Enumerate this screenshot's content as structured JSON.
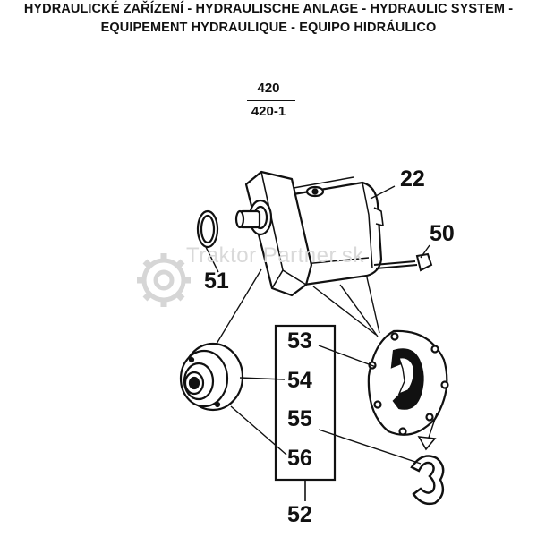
{
  "header": {
    "title_line1": "HYDRAULICKÉ ZAŘÍZENÍ - HYDRAULISCHE ANLAGE - HYDRAULIC SYSTEM -",
    "title_line2": "EQUIPEMENT HYDRAULIQUE - EQUIPO HIDRÁULICO"
  },
  "models": {
    "top": "420",
    "bottom": "420-1"
  },
  "watermark": "Traktor Partner.sk",
  "callouts": {
    "pump": "22",
    "bolt": "50",
    "o_ring": "51",
    "kit": "52",
    "part_53": "53",
    "part_54": "54",
    "part_55": "55",
    "part_56": "56"
  }
}
